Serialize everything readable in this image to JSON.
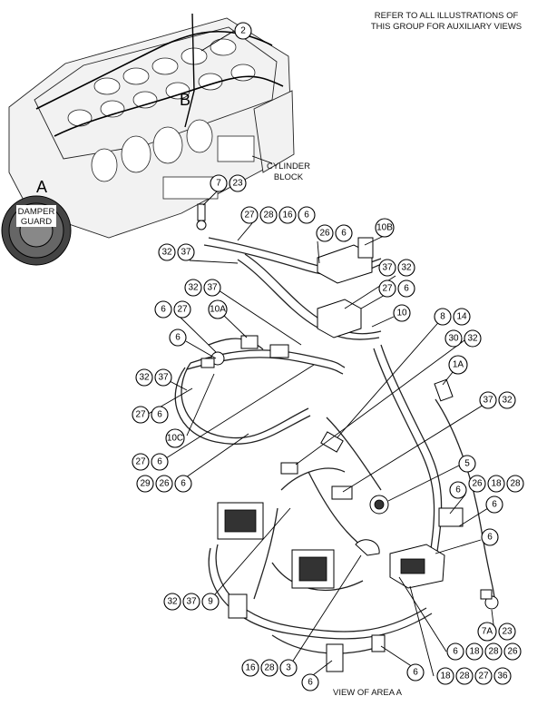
{
  "header": {
    "line1": "REFER TO ALL ILLUSTRATIONS OF",
    "line2": "THIS GROUP FOR AUXILIARY VIEWS"
  },
  "labels": {
    "area_a": "A",
    "area_b": "B",
    "cylinder_block_1": "CYLINDER",
    "cylinder_block_2": "BLOCK",
    "damper_guard_1": "DAMPER",
    "damper_guard_2": "GUARD",
    "view_of_area": "VIEW OF AREA A"
  },
  "callouts": [
    {
      "id": "c-2",
      "text": "2"
    },
    {
      "id": "c-7",
      "text": "7"
    },
    {
      "id": "c-23a",
      "text": "23"
    },
    {
      "id": "c-27a",
      "text": "27"
    },
    {
      "id": "c-28a",
      "text": "28"
    },
    {
      "id": "c-16a",
      "text": "16"
    },
    {
      "id": "c-6a",
      "text": "6"
    },
    {
      "id": "c-10b",
      "text": "10B"
    },
    {
      "id": "c-26a",
      "text": "26"
    },
    {
      "id": "c-6b",
      "text": "6"
    },
    {
      "id": "c-32a",
      "text": "32"
    },
    {
      "id": "c-37a",
      "text": "37"
    },
    {
      "id": "c-37b",
      "text": "37"
    },
    {
      "id": "c-32b",
      "text": "32"
    },
    {
      "id": "c-32c",
      "text": "32"
    },
    {
      "id": "c-37c",
      "text": "37"
    },
    {
      "id": "c-27b",
      "text": "27"
    },
    {
      "id": "c-6c",
      "text": "6"
    },
    {
      "id": "c-6d",
      "text": "6"
    },
    {
      "id": "c-27c",
      "text": "27"
    },
    {
      "id": "c-10a",
      "text": "10A"
    },
    {
      "id": "c-10",
      "text": "10"
    },
    {
      "id": "c-8",
      "text": "8"
    },
    {
      "id": "c-14",
      "text": "14"
    },
    {
      "id": "c-6e",
      "text": "6"
    },
    {
      "id": "c-30",
      "text": "30"
    },
    {
      "id": "c-32d",
      "text": "32"
    },
    {
      "id": "c-32e",
      "text": "32"
    },
    {
      "id": "c-37d",
      "text": "37"
    },
    {
      "id": "c-1a",
      "text": "1A"
    },
    {
      "id": "c-27d",
      "text": "27"
    },
    {
      "id": "c-6f",
      "text": "6"
    },
    {
      "id": "c-37e",
      "text": "37"
    },
    {
      "id": "c-32f",
      "text": "32"
    },
    {
      "id": "c-10c",
      "text": "10C"
    },
    {
      "id": "c-27e",
      "text": "27"
    },
    {
      "id": "c-6g",
      "text": "6"
    },
    {
      "id": "c-5",
      "text": "5"
    },
    {
      "id": "c-29",
      "text": "29"
    },
    {
      "id": "c-26b",
      "text": "26"
    },
    {
      "id": "c-6h",
      "text": "6"
    },
    {
      "id": "c-6i",
      "text": "6"
    },
    {
      "id": "c-26c",
      "text": "26"
    },
    {
      "id": "c-18a",
      "text": "18"
    },
    {
      "id": "c-28b",
      "text": "28"
    },
    {
      "id": "c-6j",
      "text": "6"
    },
    {
      "id": "c-6k",
      "text": "6"
    },
    {
      "id": "c-32g",
      "text": "32"
    },
    {
      "id": "c-37f",
      "text": "37"
    },
    {
      "id": "c-9",
      "text": "9"
    },
    {
      "id": "c-7a",
      "text": "7A"
    },
    {
      "id": "c-23b",
      "text": "23"
    },
    {
      "id": "c-6l",
      "text": "6"
    },
    {
      "id": "c-18b",
      "text": "18"
    },
    {
      "id": "c-28c",
      "text": "28"
    },
    {
      "id": "c-26d",
      "text": "26"
    },
    {
      "id": "c-16b",
      "text": "16"
    },
    {
      "id": "c-28d",
      "text": "28"
    },
    {
      "id": "c-3",
      "text": "3"
    },
    {
      "id": "c-18c",
      "text": "18"
    },
    {
      "id": "c-28e",
      "text": "28"
    },
    {
      "id": "c-27f",
      "text": "27"
    },
    {
      "id": "c-36",
      "text": "36"
    },
    {
      "id": "c-6m",
      "text": "6"
    },
    {
      "id": "c-6n",
      "text": "6"
    }
  ]
}
